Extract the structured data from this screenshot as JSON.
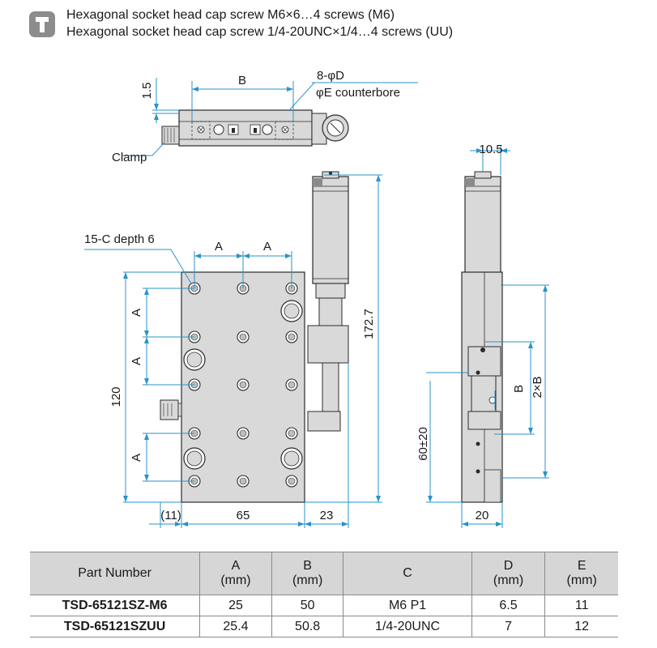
{
  "header": {
    "icon": "screw-icon",
    "line1": "Hexagonal socket head cap screw M6×6…4 screws (M6)",
    "line2": "Hexagonal socket head cap screw 1/4-20UNC×1/4…4 screws (UU)"
  },
  "callouts": {
    "clamp": "Clamp",
    "hole_count": "8-φD",
    "counterbore": "φE counterbore",
    "tapped_holes": "15-C depth 6"
  },
  "dimensions": {
    "offset_1_5": "1.5",
    "b_top": "B",
    "width_10_5": "10.5",
    "a_1": "A",
    "a_2": "A",
    "a_v1": "A",
    "a_v2": "A",
    "a_v3": "A",
    "height_120": "120",
    "height_172_7": "172.7",
    "b_side": "B",
    "two_b": "2×B",
    "travel": "60±20",
    "left_11": "(11)",
    "width_65": "65",
    "width_23": "23",
    "width_20": "20"
  },
  "table": {
    "headers": [
      "Part Number",
      "A",
      "B",
      "C",
      "D",
      "E"
    ],
    "units": [
      "",
      "(mm)",
      "(mm)",
      "",
      "(mm)",
      "(mm)"
    ],
    "rows": [
      [
        "TSD-65121SZ-M6",
        "25",
        "50",
        "M6 P1",
        "6.5",
        "11"
      ],
      [
        "TSD-65121SZUU",
        "25.4",
        "50.8",
        "1/4-20UNC",
        "7",
        "12"
      ]
    ]
  },
  "colors": {
    "dimension_line": "#2a93c9",
    "part_fill": "#d9d9d9",
    "part_outline": "#2b2b2b",
    "table_header": "#d6d6d6"
  }
}
